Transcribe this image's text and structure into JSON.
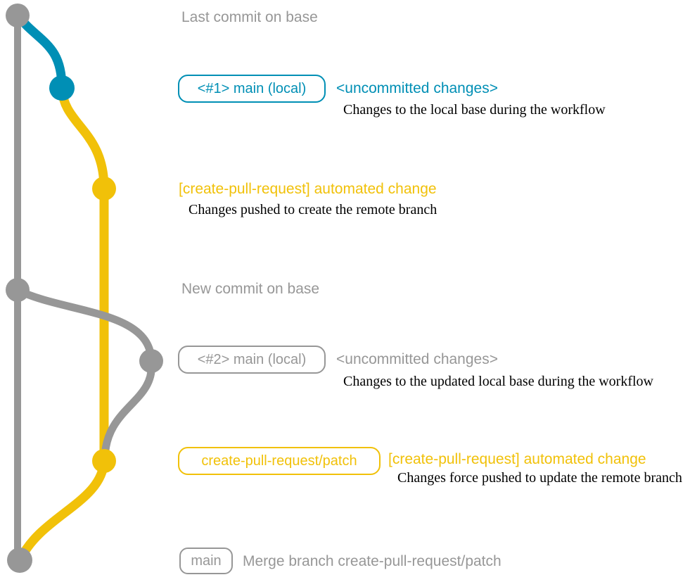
{
  "colors": {
    "gray": "#979797",
    "teal": "#008fb5",
    "yellow": "#f1c109",
    "text": "#000000"
  },
  "annotations": {
    "last_commit": "Last commit on base",
    "branch1": {
      "label": "<#1> main (local)",
      "heading": "<uncommitted changes>",
      "description": "Changes to the local base during the workflow"
    },
    "push1": {
      "heading": "[create-pull-request] automated change",
      "description": "Changes pushed to create the remote branch"
    },
    "new_commit": "New commit on base",
    "branch2": {
      "label": "<#2> main (local)",
      "heading": "<uncommitted changes>",
      "description": "Changes to the updated local base during the workflow"
    },
    "push2": {
      "label": "create-pull-request/patch",
      "heading": "[create-pull-request] automated change",
      "description": "Changes force pushed to update the remote branch"
    },
    "merge": {
      "label": "main",
      "description": "Merge branch create-pull-request/patch"
    }
  }
}
